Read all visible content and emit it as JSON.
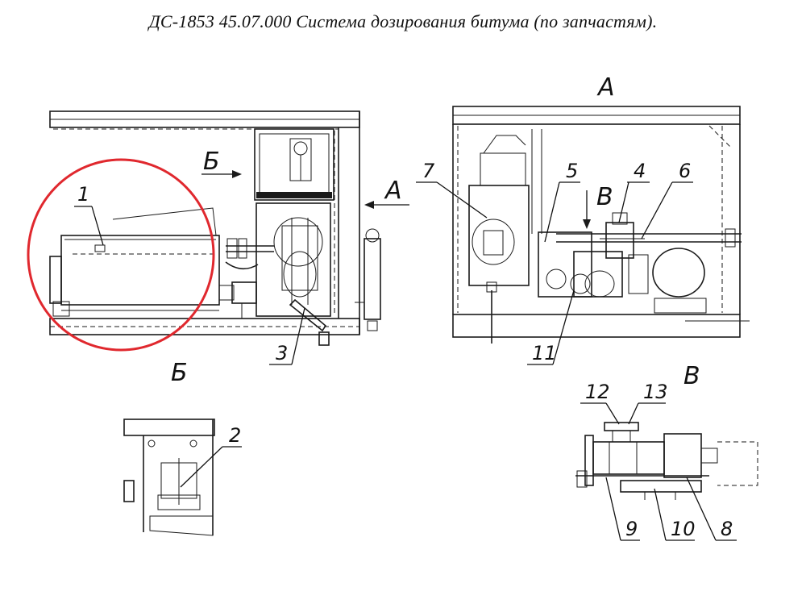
{
  "title": "ДС-1853 45.07.000 Система дозирования битума (по запчастям).",
  "view_labels": {
    "view_a": "А",
    "view_b": "Б",
    "view_v": "В"
  },
  "part_numbers": {
    "p1": "1",
    "p2": "2",
    "p3": "3",
    "p4": "4",
    "p5": "5",
    "p6": "6",
    "p7": "7",
    "p8": "8",
    "p9": "9",
    "p10": "10",
    "p11": "11",
    "p12": "12",
    "p13": "13"
  },
  "highlight": {
    "color": "#e0282e",
    "target": "1"
  }
}
